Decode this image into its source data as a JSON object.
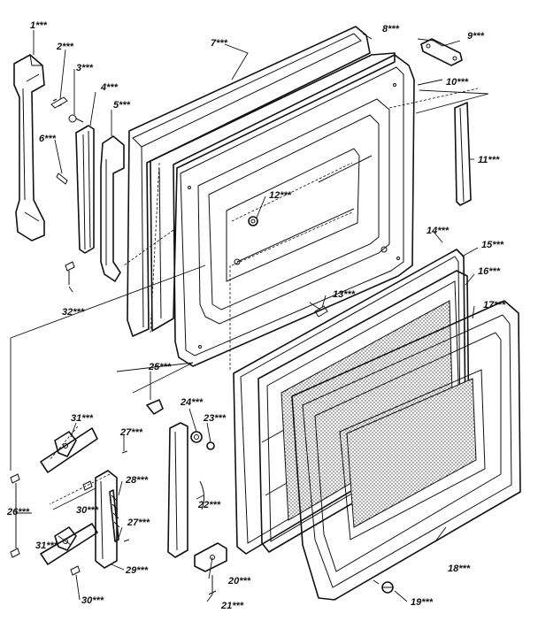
{
  "labels": {
    "p1": "1***",
    "p2": "2***",
    "p3": "3***",
    "p4": "4***",
    "p5": "5***",
    "p6": "6***",
    "p7": "7***",
    "p8": "8***",
    "p9": "9***",
    "p10": "10***",
    "p11": "11***",
    "p12": "12***",
    "p13": "13***",
    "p14": "14***",
    "p15": "15***",
    "p16": "16***",
    "p17": "17***",
    "p18": "18***",
    "p19": "19***",
    "p20": "20***",
    "p21": "21***",
    "p22": "22***",
    "p23": "23***",
    "p24": "24***",
    "p25": "25***",
    "p26": "26***",
    "p27a": "27***",
    "p27b": "27***",
    "p28": "28***",
    "p29": "29***",
    "p30a": "30***",
    "p30b": "30***",
    "p31a": "31***",
    "p31b": "31***",
    "p32": "32***"
  }
}
